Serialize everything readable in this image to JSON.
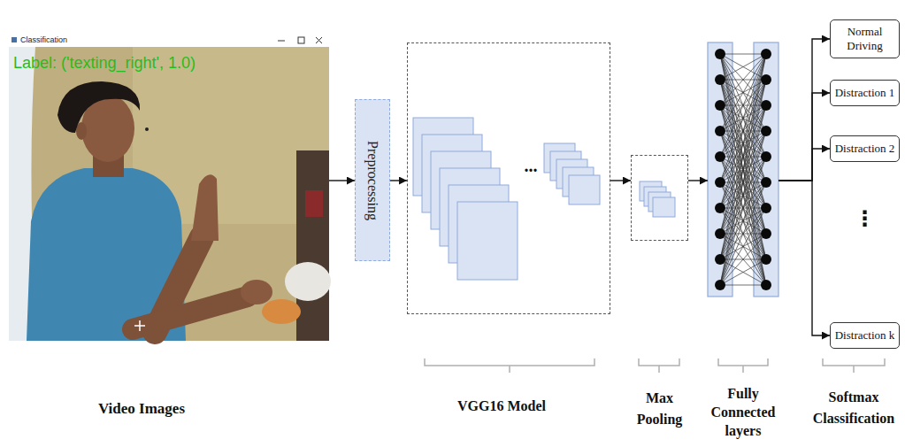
{
  "diagram": {
    "nodes": [
      {
        "text": [
          "Classification",
          "Label: ('texting_right', 1.0)"
        ]
      },
      {
        "text": [
          "Preprocessing"
        ]
      },
      {
        "text": [
          "VGG16 Model"
        ]
      },
      {
        "text": [
          "Max Pooling"
        ]
      },
      {
        "text": [
          "Fully Connected layers"
        ]
      },
      {
        "text": [
          "Normal Driving"
        ]
      },
      {
        "text": [
          "Distraction 1"
        ]
      },
      {
        "text": [
          "Distraction 2"
        ]
      },
      {
        "text": [
          "Distraction k"
        ]
      }
    ],
    "edges": [
      {
        "from": 0,
        "to": 1,
        "arrow": "to"
      },
      {
        "from": 1,
        "to": 2,
        "arrow": "to"
      },
      {
        "from": 2,
        "to": 3,
        "arrow": "to"
      },
      {
        "from": 3,
        "to": 4,
        "arrow": "to"
      },
      {
        "from": 4,
        "to": 5,
        "arrow": "to"
      },
      {
        "from": 4,
        "to": 6,
        "arrow": "to"
      },
      {
        "from": 4,
        "to": 7,
        "arrow": "to"
      },
      {
        "from": 4,
        "to": 8,
        "arrow": "to"
      }
    ],
    "labels": [
      "Video Images",
      "...",
      "⋮",
      "Softmax Classification"
    ]
  }
}
